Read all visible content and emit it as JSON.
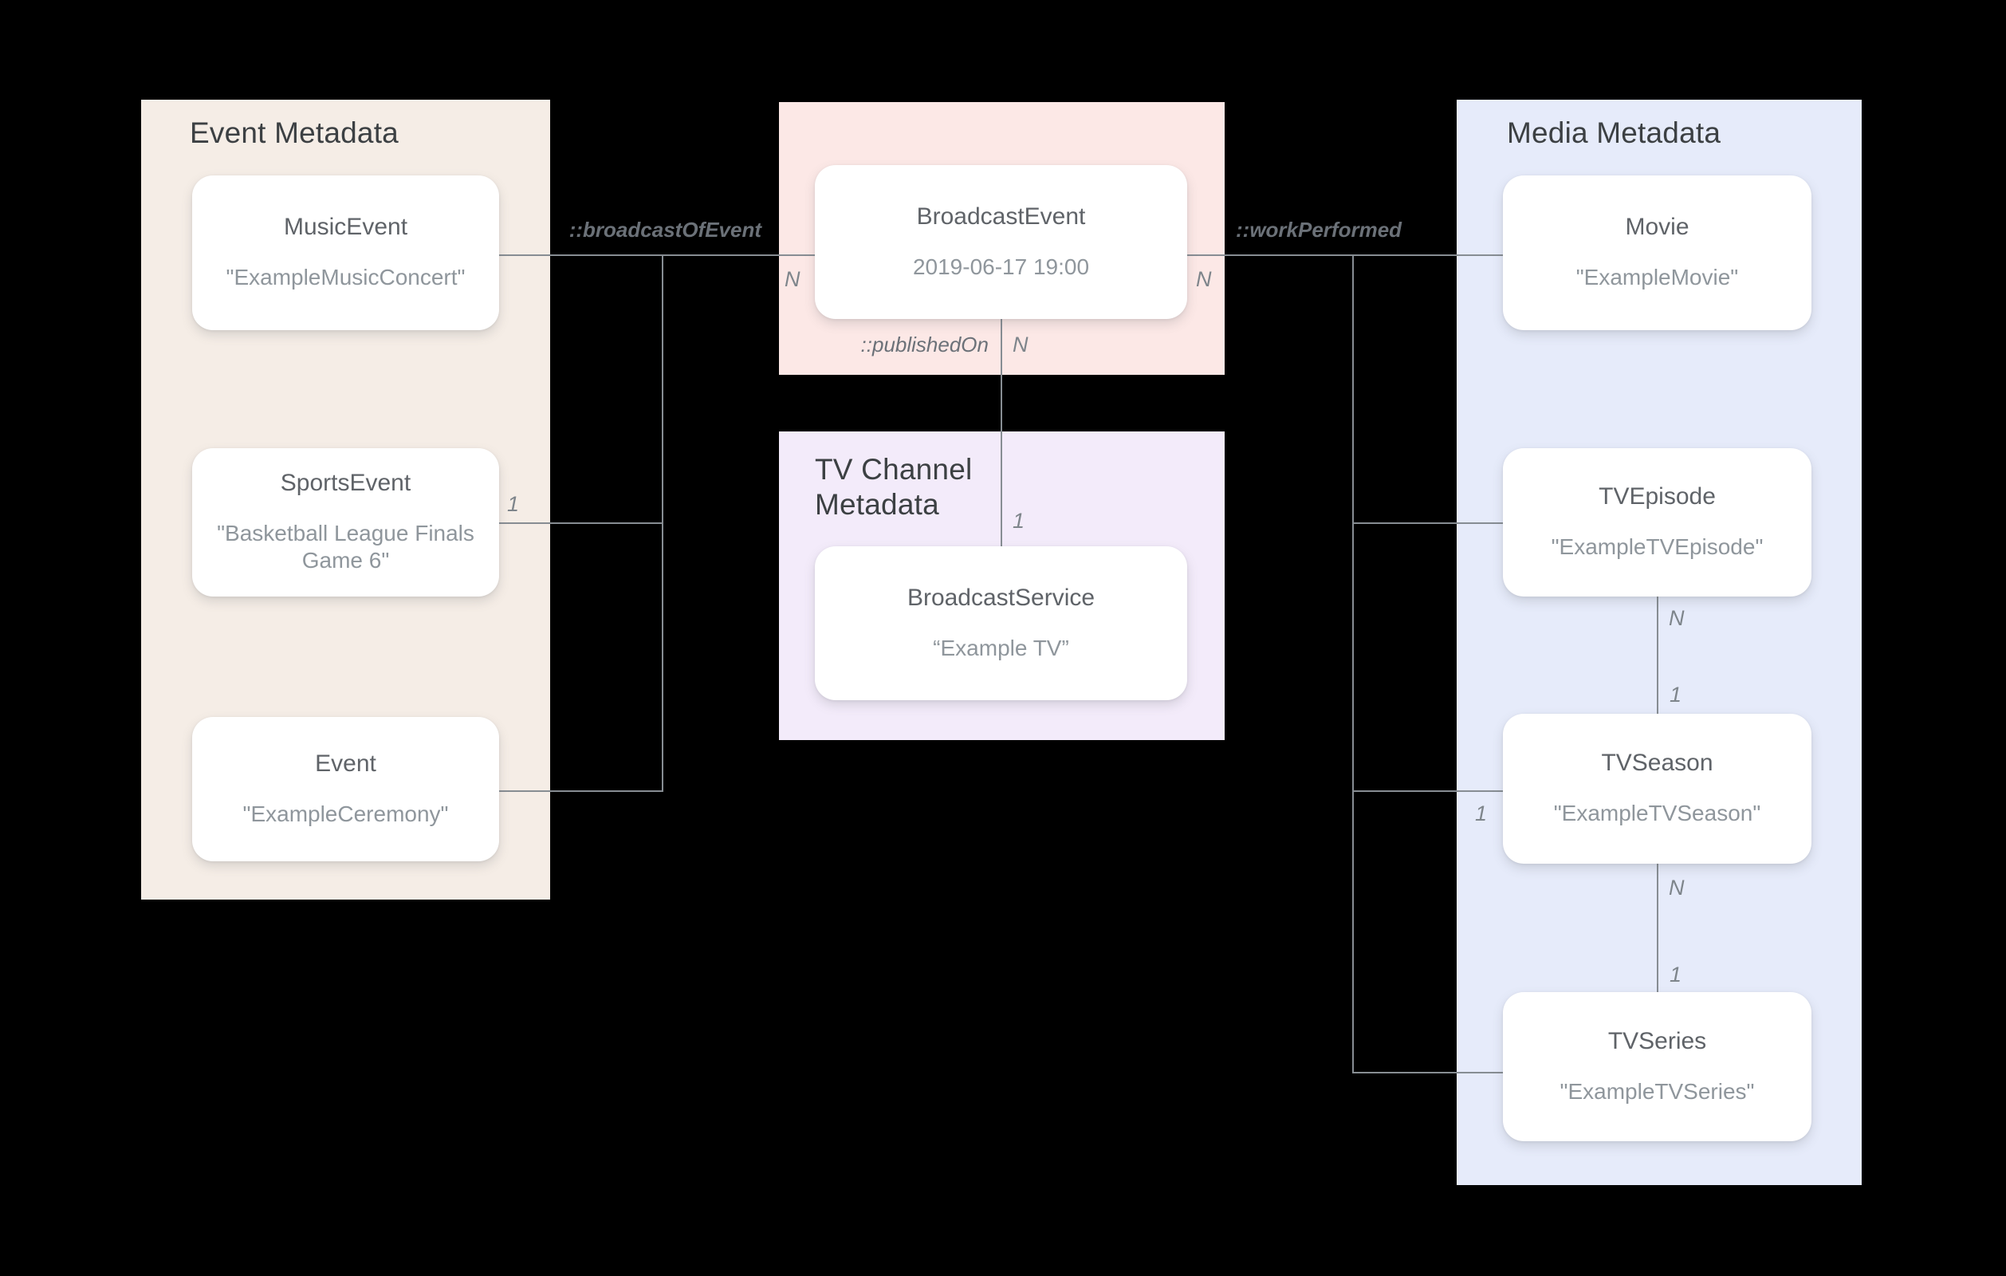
{
  "diagram": {
    "background": "#000000",
    "colors": {
      "event_panel_bg": "#F5EDE6",
      "broadcast_panel_bg": "#FCE8E6",
      "tv_channel_panel_bg": "#F3EBFA",
      "media_panel_bg": "#E6EBFA",
      "node_bg": "#FFFFFF",
      "panel_title_text": "#3C4043",
      "node_title_text": "#5F6368",
      "node_subtitle_text": "#8F969C",
      "connector_line": "#878D93",
      "relation_label_text": "#6B7178",
      "multiplicity_text": "#7E858B"
    }
  },
  "panels": {
    "event": {
      "title": "Event Metadata",
      "nodes": {
        "musicEvent": {
          "title": "MusicEvent",
          "subtitle": "\"ExampleMusicConcert\""
        },
        "sportsEvent": {
          "title": "SportsEvent",
          "subtitle": "\"Basketball League Finals Game 6\""
        },
        "event": {
          "title": "Event",
          "subtitle": "\"ExampleCeremony\""
        }
      }
    },
    "broadcast": {
      "nodes": {
        "broadcastEvent": {
          "title": "BroadcastEvent",
          "subtitle": "2019-06-17 19:00"
        }
      }
    },
    "tvChannel": {
      "title": "TV Channel Metadata",
      "nodes": {
        "broadcastService": {
          "title": "BroadcastService",
          "subtitle": "“Example TV”"
        }
      }
    },
    "media": {
      "title": "Media Metadata",
      "nodes": {
        "movie": {
          "title": "Movie",
          "subtitle": "\"ExampleMovie\""
        },
        "tvEpisode": {
          "title": "TVEpisode",
          "subtitle": "\"ExampleTVEpisode\""
        },
        "tvSeason": {
          "title": "TVSeason",
          "subtitle": "\"ExampleTVSeason\""
        },
        "tvSeries": {
          "title": "TVSeries",
          "subtitle": "\"ExampleTVSeries\""
        }
      }
    }
  },
  "relations": {
    "broadcastOfEvent": "::broadcastOfEvent",
    "workPerformed": "::workPerformed",
    "publishedOn": "::publishedOn"
  },
  "multiplicity": {
    "broadcast_left_n": "N",
    "broadcast_right_n": "N",
    "published_n": "N",
    "published_one": "1",
    "sports_one": "1",
    "season_left_one": "1",
    "episode_season_n": "N",
    "episode_season_one": "1",
    "season_series_n": "N",
    "season_series_one": "1"
  }
}
